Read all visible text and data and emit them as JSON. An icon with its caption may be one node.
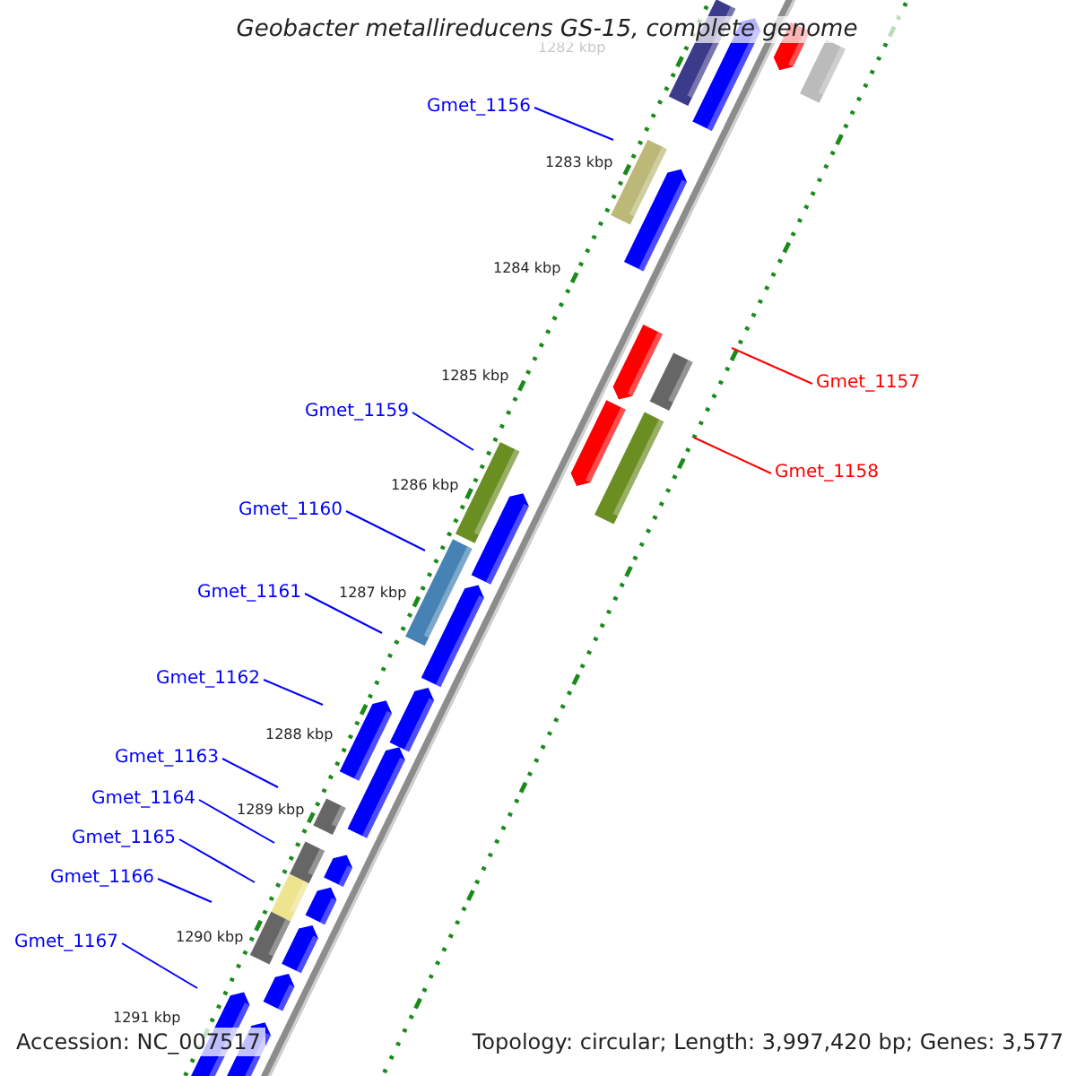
{
  "diagram": {
    "title": "Geobacter metallireducens GS-15, complete genome",
    "nodes": [
      {
        "text": [
          "Gmet_1156"
        ]
      },
      {
        "text": [
          "Gmet_1157"
        ]
      },
      {
        "text": [
          "Gmet_1159"
        ]
      },
      {
        "text": [
          "Gmet_1158"
        ]
      },
      {
        "text": [
          "Gmet_1160"
        ]
      },
      {
        "text": [
          "Gmet_1161"
        ]
      },
      {
        "text": [
          "Gmet_1162"
        ]
      },
      {
        "text": [
          "Gmet_1163"
        ]
      },
      {
        "text": [
          "Gmet_1164"
        ]
      },
      {
        "text": [
          "Gmet_1165"
        ]
      },
      {
        "text": [
          "Gmet_1166"
        ]
      },
      {
        "text": [
          "Gmet_1167"
        ]
      }
    ],
    "edges": [
      {
        "from": 0,
        "to": null,
        "arrow": "none"
      },
      {
        "from": 1,
        "to": null,
        "arrow": "none",
        "color": "#ff0000"
      },
      {
        "from": 2,
        "to": null,
        "arrow": "none"
      },
      {
        "from": 3,
        "to": null,
        "arrow": "none",
        "color": "#ff0000"
      },
      {
        "from": 4,
        "to": null,
        "arrow": "none"
      },
      {
        "from": 5,
        "to": null,
        "arrow": "none"
      },
      {
        "from": 6,
        "to": null,
        "arrow": "none"
      },
      {
        "from": 7,
        "to": null,
        "arrow": "none"
      },
      {
        "from": 8,
        "to": null,
        "arrow": "none"
      },
      {
        "from": 9,
        "to": null,
        "arrow": "none"
      },
      {
        "from": 10,
        "to": null,
        "arrow": "none"
      },
      {
        "from": 11,
        "to": null,
        "arrow": "none"
      }
    ],
    "labels": [
      "1282 kbp",
      "1283 kbp",
      "1284 kbp",
      "1285 kbp",
      "1286 kbp",
      "1287 kbp",
      "1288 kbp",
      "1289 kbp",
      "1290 kbp",
      "1291 kbp",
      "Accession: NC_007517",
      "Topology: circular; Length: 3,997,420 bp; Genes: 3,577"
    ]
  }
}
